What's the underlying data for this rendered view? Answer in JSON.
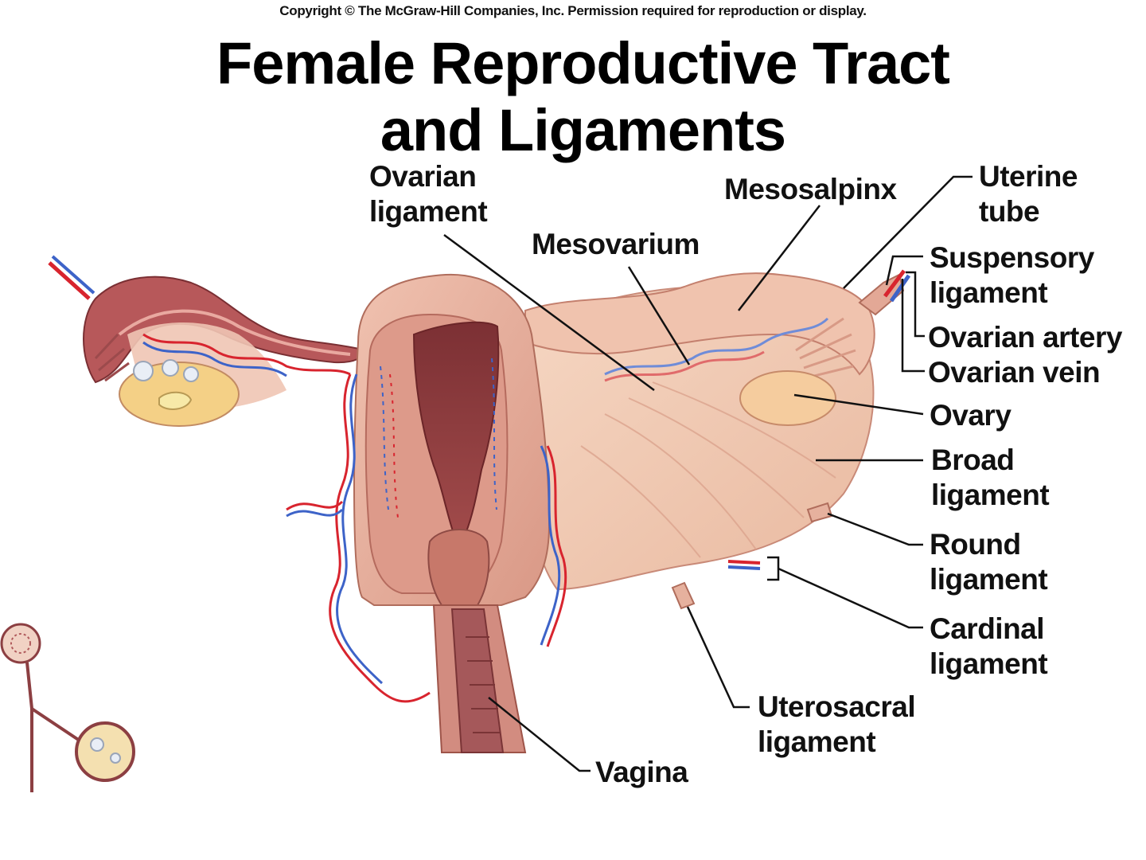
{
  "copyright": "Copyright © The McGraw-Hill Companies, Inc. Permission required for reproduction or display.",
  "title": {
    "line1": "Female Reproductive Tract",
    "line2": "and Ligaments"
  },
  "labels": {
    "ovarian_ligament": {
      "line1": "Ovarian",
      "line2": "ligament"
    },
    "mesovarium": "Mesovarium",
    "mesosalpinx": "Mesosalpinx",
    "uterine_tube": {
      "line1": "Uterine",
      "line2": "tube"
    },
    "suspensory_ligament": {
      "line1": "Suspensory",
      "line2": "ligament"
    },
    "ovarian_artery": "Ovarian artery",
    "ovarian_vein": "Ovarian vein",
    "ovary": "Ovary",
    "broad_ligament": {
      "line1": "Broad",
      "line2": "ligament"
    },
    "round_ligament": {
      "line1": "Round",
      "line2": "ligament"
    },
    "cardinal_ligament": {
      "line1": "Cardinal",
      "line2": "ligament"
    },
    "uterosacral_ligament": {
      "line1": "Uterosacral",
      "line2": "ligament"
    },
    "vagina": "Vagina"
  },
  "colors": {
    "tissue": "#e9b3a0",
    "tissue_dark": "#c9786a",
    "cavity": "#8a3d40",
    "broad_ligament": "#f3cdb6",
    "ovary": "#f5c99a",
    "artery": "#d8242e",
    "vein": "#3d63c8",
    "leader": "#111111"
  }
}
